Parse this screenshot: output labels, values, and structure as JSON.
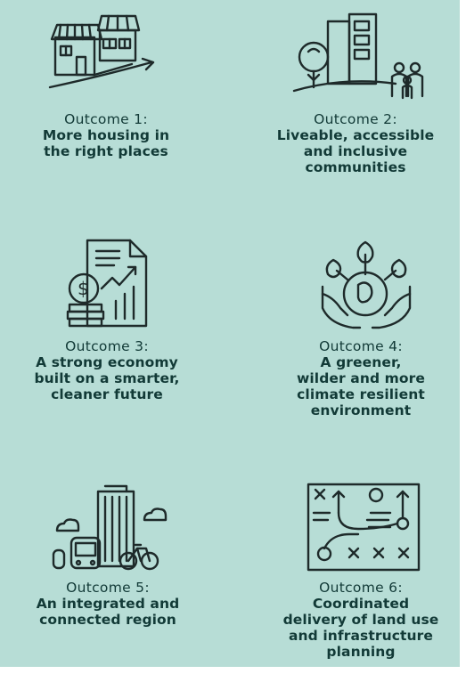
{
  "outcomes": [
    {
      "label": "Outcome 1:",
      "lines": [
        "More housing in",
        "the right places"
      ],
      "icon": "housing-growth-icon"
    },
    {
      "label": "Outcome 2:",
      "lines": [
        "Liveable, accessible",
        "and inclusive",
        "communities"
      ],
      "icon": "community-icon"
    },
    {
      "label": "Outcome 3:",
      "lines": [
        "A strong economy",
        "built on a smarter,",
        "cleaner future"
      ],
      "icon": "economy-icon"
    },
    {
      "label": "Outcome 4:",
      "lines": [
        "A greener,",
        "wilder and more",
        "climate resilient",
        "environment"
      ],
      "icon": "environment-icon"
    },
    {
      "label": "Outcome 5:",
      "lines": [
        "An integrated and",
        "connected region"
      ],
      "icon": "transport-icon"
    },
    {
      "label": "Outcome 6:",
      "lines": [
        "Coordinated",
        "delivery of land use",
        "and infrastructure",
        "planning"
      ],
      "icon": "planning-map-icon"
    }
  ],
  "colors": {
    "background": "#b7ddd6",
    "text": "#123a37",
    "icon": "#1e2a2a"
  }
}
